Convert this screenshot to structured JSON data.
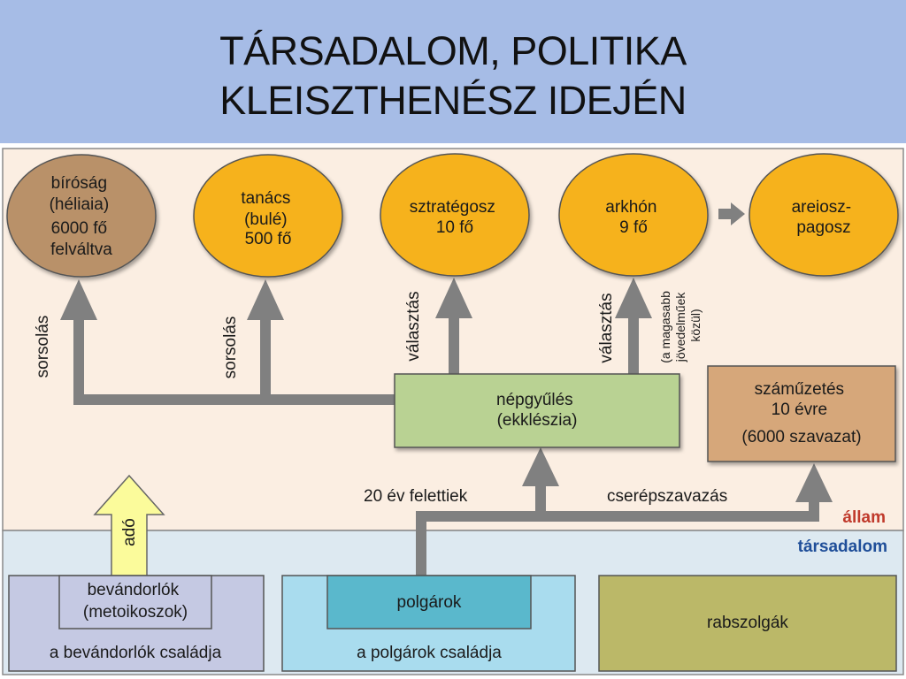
{
  "title": {
    "line1": "TÁRSADALOM, POLITIKA",
    "line2": "KLEISZTHENÉSZ IDEJÉN"
  },
  "institutions": {
    "birosag": [
      "bíróság",
      "(héliaia)",
      "6000 fő",
      "felváltva"
    ],
    "tanacs": [
      "tanács",
      "(bulé)",
      "500 fő"
    ],
    "sztrategosz": [
      "sztratégosz",
      "10 fő"
    ],
    "arkhon": [
      "arkhón",
      "9 fő"
    ],
    "areiopagosz": [
      "areiosz-",
      "pagosz"
    ]
  },
  "arrow_labels": {
    "sorsolas_1": "sorsolás",
    "sorsolas_2": "sorsolás",
    "valasztas_1": "választás",
    "valasztas_2": "választás",
    "arkhon_note": [
      "(a magasabb",
      "jövedelműek",
      "közül)"
    ],
    "ado": "adó",
    "felettiek": "20 év felettiek",
    "cserepszavazas": "cserépszavazás"
  },
  "nepgyules": [
    "népgyűlés",
    "(ekklészia)"
  ],
  "szamuzetes": [
    "száműzetés",
    "10 évre",
    "(6000 szavazat)"
  ],
  "zones": {
    "allam": "állam",
    "tarsadalom": "társadalom"
  },
  "society": {
    "bevandorlok": [
      "bevándorlók",
      "(metoikoszok)"
    ],
    "bevandorlok_csaladja": "a bevándorlók családja",
    "polgarok": "polgárok",
    "polgarok_csaladja": "a polgárok családja",
    "rabszolgak": "rabszolgák"
  },
  "colors": {
    "header_bg": "#a6bce6",
    "state_bg": "#fbeee2",
    "society_bg": "#dde9f1",
    "orange_circle": "#f6b21a",
    "brown_circle": "#b99169",
    "green_box": "#b9d293",
    "tan_box": "#d6a77a",
    "arrow_gray": "#808080",
    "yellow_arrow": "#fbfb9b",
    "allam_red": "#c0392b",
    "tarsadalom_blue": "#1f4e99"
  }
}
